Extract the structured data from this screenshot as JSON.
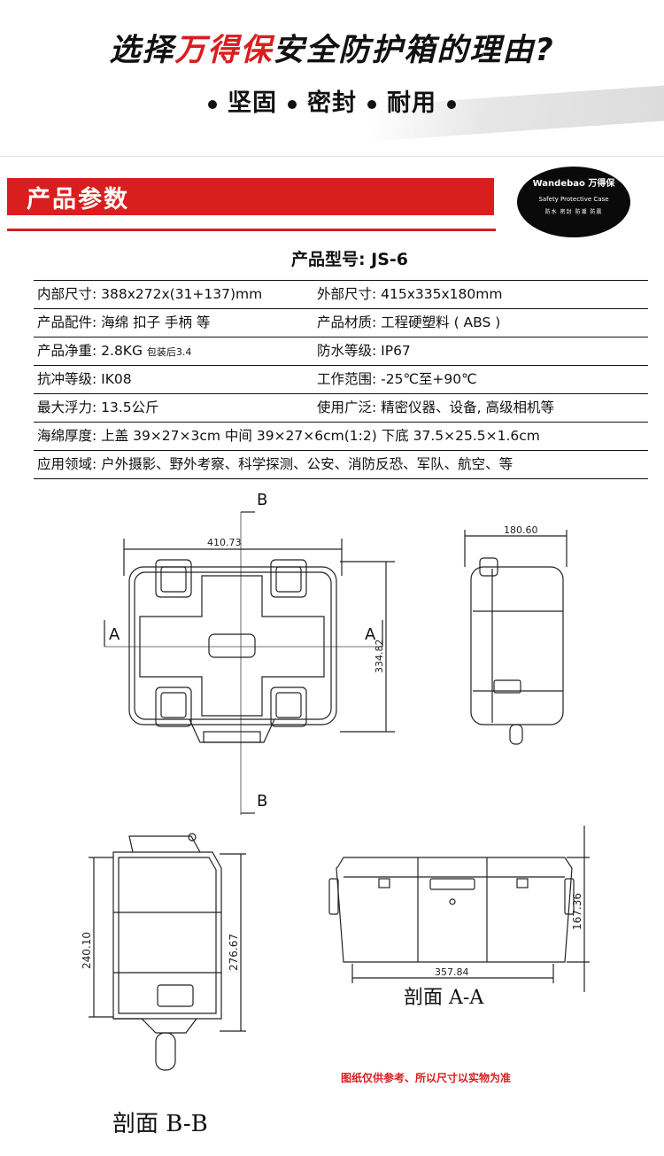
{
  "header": {
    "title_prefix": "选择",
    "brand": "万得保",
    "title_suffix": "安全防护箱的理由?",
    "features": [
      "坚固",
      "密封",
      "耐用"
    ]
  },
  "section": {
    "title": "产品参数"
  },
  "logo": {
    "name": "Wandebao 万得保",
    "subtitle": "Safety Protective Case",
    "tags": "防水  密封  防潮  防震"
  },
  "model": "产品型号: JS-6",
  "specs": [
    {
      "left": "内部尺寸: 388x272x(31+137)mm",
      "right": "外部尺寸: 415x335x180mm"
    },
    {
      "left": "产品配件: 海绵 扣子 手柄  等",
      "right": "产品材质: 工程硬塑料 ( ABS )"
    },
    {
      "left": "产品净重: 2.8KG",
      "left_note": "包装后3.4",
      "right": "防水等级: IP67"
    },
    {
      "left": "抗冲等级: IK08",
      "right": "工作范围: -25℃至+90℃"
    },
    {
      "left": "最大浮力: 13.5公斤",
      "right": "使用广泛: 精密仪器、设备, 高级相机等"
    }
  ],
  "sponge": "海绵厚度: 上盖 39×27×3cm  中间 39×27×6cm(1:2)  下底 37.5×25.5×1.6cm",
  "application": "应用领域: 户外摄影、野外考察、科学探测、公安、消防反恐、军队、航空、等",
  "drawing": {
    "dim_width": "410.73",
    "dim_height": "334.82",
    "dim_side": "180.60",
    "dim_bb_inner": "240.10",
    "dim_bb_outer": "276.67",
    "dim_aa_height": "167.36",
    "dim_aa_width": "357.84",
    "label_a": "A",
    "label_b": "B",
    "section_aa": "剖面 A-A",
    "section_bb": "剖面 B-B"
  },
  "note": "图纸仅供参考、所以尺寸以实物为准",
  "colors": {
    "brand_red": "#d81e1e"
  }
}
